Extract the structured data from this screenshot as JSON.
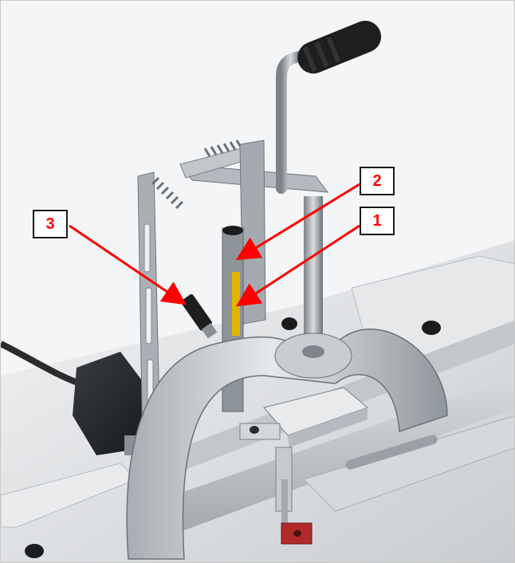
{
  "callouts": {
    "one": "1",
    "two": "2",
    "three": "3"
  },
  "colors": {
    "callout_text": "#ff0000",
    "arrow": "#ff0000",
    "callout_border": "#1a1a1a",
    "indicator_strip": "#e0b400",
    "clamp_block": "#b02a2a"
  },
  "icons": {
    "machine": "mechanical-clamp-press-illustration"
  }
}
